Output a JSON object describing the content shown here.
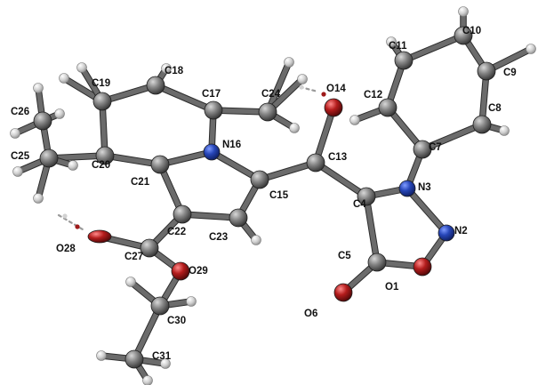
{
  "atoms": {
    "O1": {
      "label": "O1",
      "element": "O"
    },
    "N2": {
      "label": "N2",
      "element": "N"
    },
    "N3": {
      "label": "N3",
      "element": "N"
    },
    "C4": {
      "label": "C4",
      "element": "C"
    },
    "C5": {
      "label": "C5",
      "element": "C"
    },
    "O6": {
      "label": "O6",
      "element": "O"
    },
    "C7": {
      "label": "C7",
      "element": "C"
    },
    "C8": {
      "label": "C8",
      "element": "C"
    },
    "C9": {
      "label": "C9",
      "element": "C"
    },
    "C10": {
      "label": "C10",
      "element": "C"
    },
    "C11": {
      "label": "C11",
      "element": "C"
    },
    "C12": {
      "label": "C12",
      "element": "C"
    },
    "C13": {
      "label": "C13",
      "element": "C"
    },
    "O14": {
      "label": "O14",
      "element": "O"
    },
    "C15": {
      "label": "C15",
      "element": "C"
    },
    "N16": {
      "label": "N16",
      "element": "N"
    },
    "C17": {
      "label": "C17",
      "element": "C"
    },
    "C18": {
      "label": "C18",
      "element": "C"
    },
    "C19": {
      "label": "C19",
      "element": "C"
    },
    "C20": {
      "label": "C20",
      "element": "C"
    },
    "C21": {
      "label": "C21",
      "element": "C"
    },
    "C22": {
      "label": "C22",
      "element": "C"
    },
    "C23": {
      "label": "C23",
      "element": "C"
    },
    "C24": {
      "label": "C24",
      "element": "C"
    },
    "C25": {
      "label": "C25",
      "element": "C"
    },
    "C26": {
      "label": "C26",
      "element": "C"
    },
    "C27": {
      "label": "C27",
      "element": "C"
    },
    "O28": {
      "label": "O28",
      "element": "O"
    },
    "O29": {
      "label": "O29",
      "element": "O"
    },
    "C30": {
      "label": "C30",
      "element": "C"
    },
    "C31": {
      "label": "C31",
      "element": "C"
    }
  },
  "colors": {
    "carbon": "#6e6e6e",
    "nitrogen": "#1f3fa8",
    "oxygen": "#b01818",
    "hydrogen": "#c9c9c9",
    "bond": "#6b6b6b"
  }
}
